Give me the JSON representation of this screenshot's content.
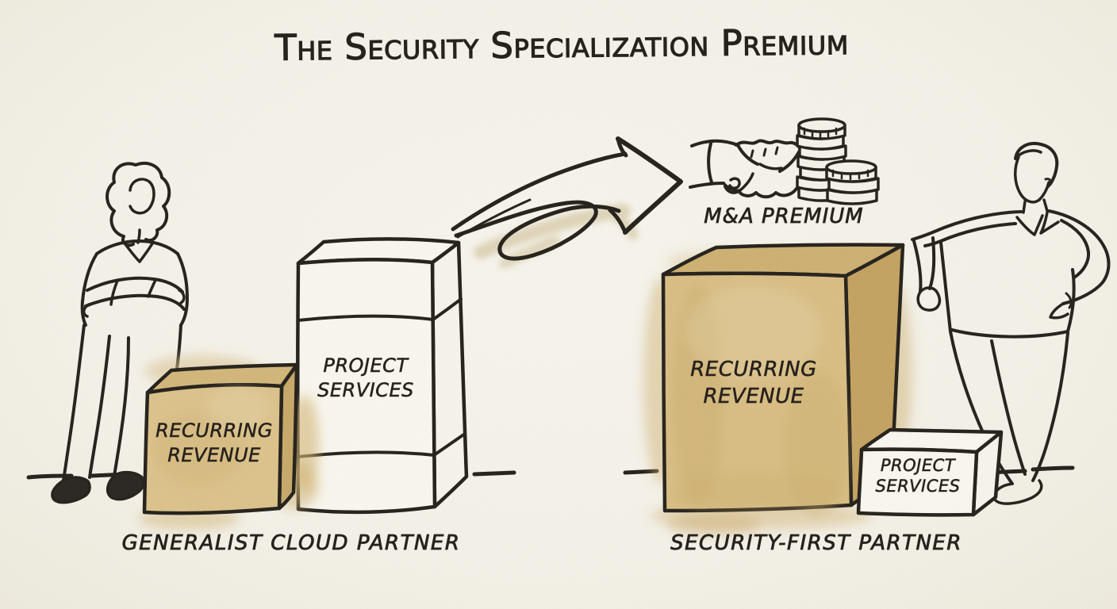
{
  "title": "The Security Specialization Premium",
  "colors": {
    "paper": "#f4f1e8",
    "ink": "#26221c",
    "tan_watercolor": "#d8bd84"
  },
  "premium": {
    "label": "M&A PREMIUM",
    "icons": [
      "handshake-icon",
      "coin-stacks-icon"
    ]
  },
  "arrow": {
    "meaning": "generalist partner flowing toward M&A premium",
    "style": "hand-drawn loop arrow"
  },
  "left_scene": {
    "caption": "GENERALIST CLOUD PARTNER",
    "figure": "woman standing with arms crossed",
    "boxes": {
      "recurring_revenue": {
        "label": "RECURRING REVENUE",
        "relative_size": "small",
        "fill": "tan watercolor"
      },
      "project_services": {
        "label": "PROJECT SERVICES",
        "relative_size": "large",
        "fill": "white"
      }
    }
  },
  "right_scene": {
    "caption": "SECURITY-FIRST PARTNER",
    "figure": "man leaning on large box",
    "boxes": {
      "recurring_revenue": {
        "label": "RECURRING REVENUE",
        "relative_size": "large",
        "fill": "tan watercolor"
      },
      "project_services": {
        "label": "PROJECT SERVICES",
        "relative_size": "small",
        "fill": "white"
      }
    }
  }
}
